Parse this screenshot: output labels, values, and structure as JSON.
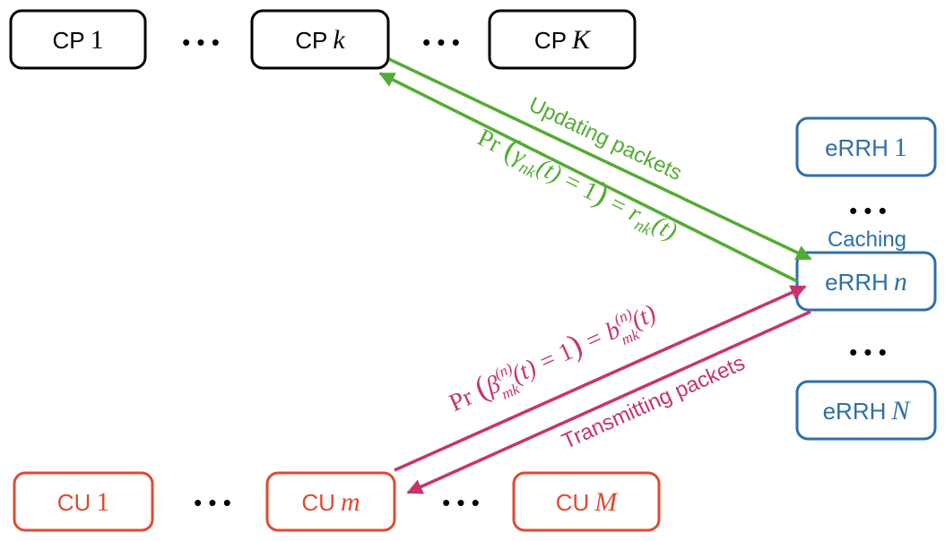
{
  "colors": {
    "cp": "#000000",
    "errh": "#2f6fa8",
    "cu": "#e04a33",
    "update": "#52ad32",
    "transmit": "#c8336f"
  },
  "cp": {
    "prefix": "CP",
    "nodes": [
      {
        "index": "1",
        "italic": false
      },
      {
        "index": "k",
        "italic": true
      },
      {
        "index": "K",
        "italic": true
      }
    ]
  },
  "errh": {
    "prefix": "eRRH",
    "nodes": [
      {
        "index": "1",
        "italic": false
      },
      {
        "index": "n",
        "italic": true
      },
      {
        "index": "N",
        "italic": true
      }
    ],
    "caching_label": "Caching"
  },
  "cu": {
    "prefix": "CU",
    "nodes": [
      {
        "index": "1",
        "italic": false
      },
      {
        "index": "m",
        "italic": true
      },
      {
        "index": "M",
        "italic": true
      }
    ]
  },
  "ellipsis": "• • •",
  "update_link": {
    "label": "Updating packets",
    "formula": {
      "pr": "Pr",
      "lparen": "(",
      "symbol": "γ",
      "sub": "nk",
      "arg": "(t)",
      "eq": "= 1",
      "rparen": ")",
      "eq2": "=",
      "rhs_symbol": "r",
      "rhs_sub": "nk",
      "rhs_arg": "(t)"
    }
  },
  "transmit_link": {
    "label": "Transmitting packets",
    "formula": {
      "pr": "Pr",
      "lparen": "(",
      "symbol": "β",
      "sup": "(n)",
      "sub": "mk",
      "arg": "(t)",
      "eq": "= 1",
      "rparen": ")",
      "eq2": "=",
      "rhs_symbol": "b",
      "rhs_sup": "(n)",
      "rhs_sub": "mk",
      "rhs_arg": "(t)"
    }
  }
}
